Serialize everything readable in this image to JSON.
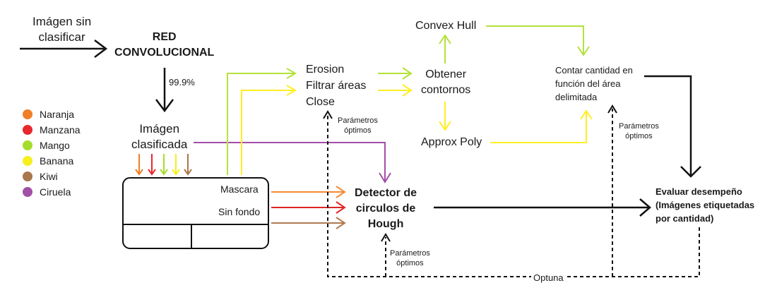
{
  "input": {
    "label": "Imágen sin\nclasificar"
  },
  "cnn": {
    "label": "RED\nCONVOLUCIONAL",
    "accuracy": "99.9%"
  },
  "classified": {
    "label": "Imágen\nclasificada"
  },
  "legend": [
    {
      "label": "Naranja",
      "color": "#f07f28"
    },
    {
      "label": "Manzana",
      "color": "#e8282c"
    },
    {
      "label": "Mango",
      "color": "#a6dd2c"
    },
    {
      "label": "Banana",
      "color": "#f6f01c"
    },
    {
      "label": "Kiwi",
      "color": "#a9774c"
    },
    {
      "label": "Ciruela",
      "color": "#a24fa8"
    }
  ],
  "panel": {
    "mask_label": "Mascara",
    "nobg_label": "Sin fondo"
  },
  "morph": {
    "erosion": "Erosion",
    "filter": "Filtrar áreas",
    "close": "Close"
  },
  "contours": {
    "label": "Obtener\ncontornos"
  },
  "convex_hull": {
    "label": "Convex Hull"
  },
  "approx_poly": {
    "label": "Approx Poly"
  },
  "count": {
    "label": "Contar cantidad en\nfunción del área\ndelimitada"
  },
  "hough": {
    "label": "Detector de\ncirculos de\nHough"
  },
  "evaluate": {
    "label": "Evaluar desempeño\n(Imágenes etiquetadas\npor cantidad)"
  },
  "params": {
    "label": "Parámetros\nóptimos"
  },
  "optuna": {
    "label": "Optuna"
  },
  "colors": {
    "black": "#111111",
    "green": "#b4e23a",
    "yellow": "#ffee22",
    "purple": "#a24fa8",
    "orange": "#f58a32",
    "red": "#e02424",
    "brown": "#b07a50"
  }
}
